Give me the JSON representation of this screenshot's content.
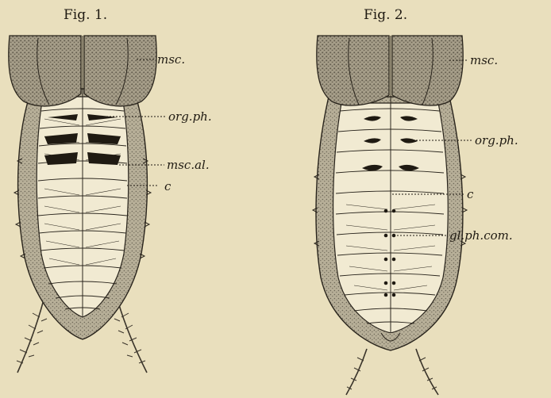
{
  "palette": {
    "paper": "#e9dfbd",
    "ink": "#1f1a12",
    "stipple": "#8d8573",
    "body": "#f1ead2"
  },
  "figures": [
    {
      "title": "Fig. 1.",
      "labels": [
        "msc.",
        "org.ph.",
        "msc.al.",
        "c"
      ],
      "phosphorescent_organ_pairs": 3,
      "segment_lines": 15
    },
    {
      "title": "Fig. 2.",
      "labels": [
        "msc.",
        "org.ph.",
        "c",
        "gl.ph.com."
      ],
      "phosphorescent_organ_pairs": 3,
      "gland_dot_pairs": 5,
      "segment_lines": 14
    }
  ]
}
